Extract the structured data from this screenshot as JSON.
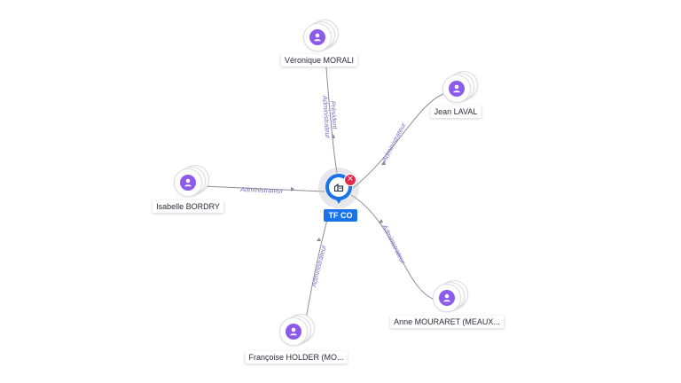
{
  "company": {
    "name": "TF CO",
    "icon": "building-icon",
    "remove_icon": "close-icon"
  },
  "people": [
    {
      "id": "morali",
      "name": "Véronique MORALI",
      "role": "Président Administrateur",
      "role_lines": [
        "Président",
        "Administrateur"
      ]
    },
    {
      "id": "laval",
      "name": "Jean LAVAL",
      "role": "Administrateur",
      "role_lines": [
        "Administrateur"
      ]
    },
    {
      "id": "bordry",
      "name": "Isabelle BORDRY",
      "role": "Administrateur",
      "role_lines": [
        "Administrateur"
      ]
    },
    {
      "id": "holder",
      "name": "Françoise HOLDER (MO...",
      "role": "Administrateur",
      "role_lines": [
        "Administrateur"
      ]
    },
    {
      "id": "mouraret",
      "name": "Anne MOURARET (MEAUX...",
      "role": "Administrateur",
      "role_lines": [
        "Administrateur"
      ]
    }
  ],
  "colors": {
    "accent": "#1a73e8",
    "avatar": "#8c5bec",
    "close": "#e5294a",
    "edge_label": "#7a6cc4"
  }
}
